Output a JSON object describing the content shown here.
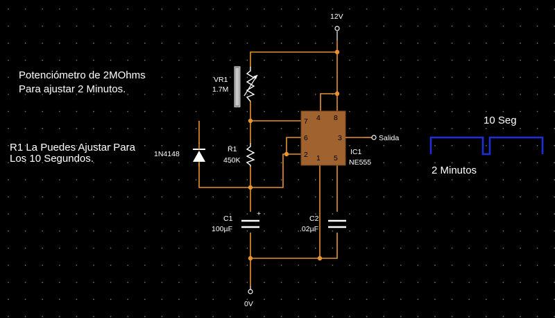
{
  "notes": {
    "pot_line1": "Potenciómetro de 2MOhms",
    "pot_line2": "Para ajustar 2 Minutos.",
    "r1_line1": "R1 La Puedes Ajustar Para",
    "r1_line2": "Los 10 Segundos."
  },
  "supply": {
    "label": "12V"
  },
  "ground": {
    "label": "0V"
  },
  "output": {
    "label": "Salida"
  },
  "components": {
    "vr1": {
      "ref": "VR1",
      "value": "1.7M"
    },
    "r1": {
      "ref": "R1",
      "value": "450K"
    },
    "d1": {
      "ref": "1N4148"
    },
    "c1": {
      "ref": "C1",
      "value": "100µF",
      "polarity": "+"
    },
    "c2": {
      "ref": "C2",
      "value": ".02µF"
    },
    "ic1": {
      "ref": "IC1",
      "part": "NE555",
      "pins": {
        "p1": "1",
        "p2": "2",
        "p3": "3",
        "p4": "4",
        "p5": "5",
        "p6": "6",
        "p7": "7",
        "p8": "8"
      }
    }
  },
  "waveform": {
    "high_label": "10 Seg",
    "low_label": "2 Minutos",
    "color": "#1e2fd8"
  },
  "colors": {
    "wire": "#e8932e",
    "ic_body": "#a0632f",
    "grid_dot": "#6f6f6f",
    "text": "#ffffff"
  }
}
